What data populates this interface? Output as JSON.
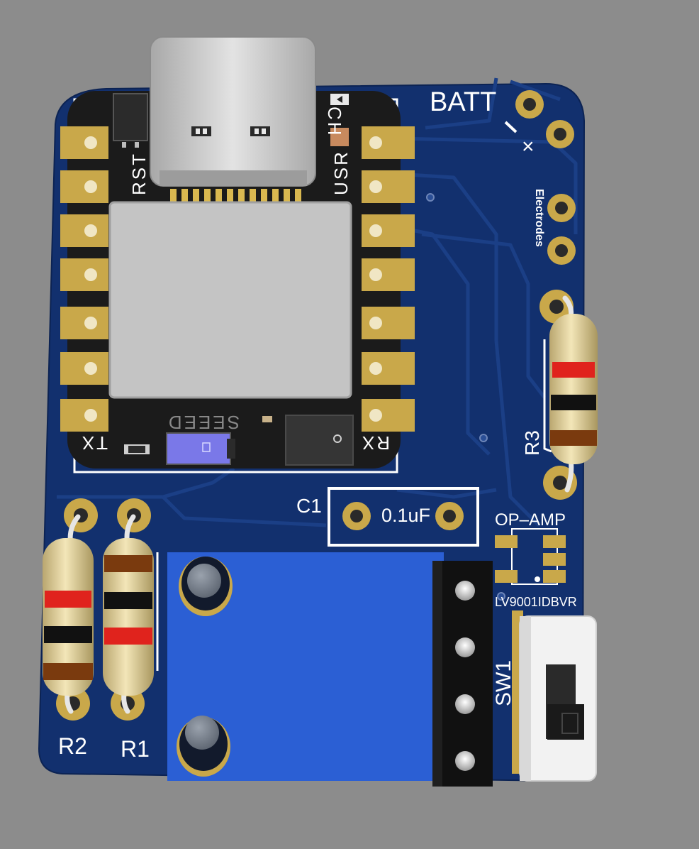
{
  "colors": {
    "background": "#8c8c8c",
    "pcb": "#12306e",
    "trace": "#1b3f86",
    "pad_gold": "#c9a84a",
    "silkscreen": "#ffffff",
    "module": "#1b1b1b",
    "usb_metal": "#c8c8c8",
    "shield": "#c4c4c4",
    "relay_blue": "#2b5fd4",
    "terminal_black": "#111111",
    "resistor_body": "#eddcab"
  },
  "labels": {
    "batt": "BATT",
    "electrodes": "Electrodes",
    "rst": "RST",
    "usr": "USR",
    "ch": "CH",
    "seeed": "SEEED",
    "tx": "TX",
    "rx": "RX",
    "c1": "C1",
    "cap_value": "0.1uF",
    "op_amp": "OP–AMP",
    "op_amp_part": "LV9001IDBVR",
    "r1": "R1",
    "r2": "R2",
    "r3": "R3",
    "sw1": "SW1",
    "x_mark": "×"
  }
}
